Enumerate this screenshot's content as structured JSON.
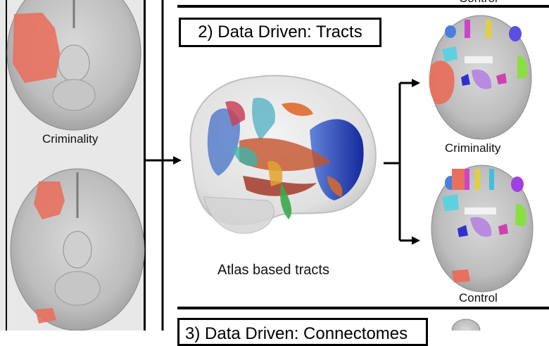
{
  "left_panel": {
    "label_criminality": "Criminality"
  },
  "tracts_section": {
    "title": "2) Data Driven: Tracts",
    "atlas_caption": "Atlas based tracts",
    "label_control_top": "Control",
    "label_criminality": "Criminality",
    "label_control_bottom": "Control"
  },
  "bottom_section": {
    "title": "3) Data Driven: Connectomes"
  },
  "colors": {
    "lesion_red": "#e8705f",
    "brain_gray": "#a9a9a9",
    "panel_bg": "#e8e8e8"
  }
}
